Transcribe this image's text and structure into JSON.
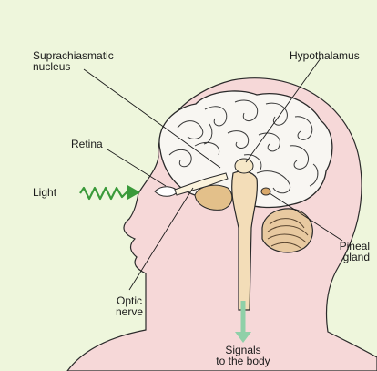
{
  "labels": {
    "scn": [
      "Suprachiasmatic",
      "nucleus"
    ],
    "hypothalamus": "Hypothalamus",
    "retina": "Retina",
    "light": "Light",
    "pineal": [
      "Pineal",
      "gland"
    ],
    "optic": [
      "Optic",
      "nerve"
    ],
    "signals": [
      "Signals",
      "to the body"
    ]
  },
  "colors": {
    "background": "#eef6dc",
    "skin": "#f6d8d8",
    "brain": "#f8f6f2",
    "light_arrow": "#3a9a3a",
    "signal_arrow": "#8fd0a8",
    "outline": "#2a2a2a"
  }
}
